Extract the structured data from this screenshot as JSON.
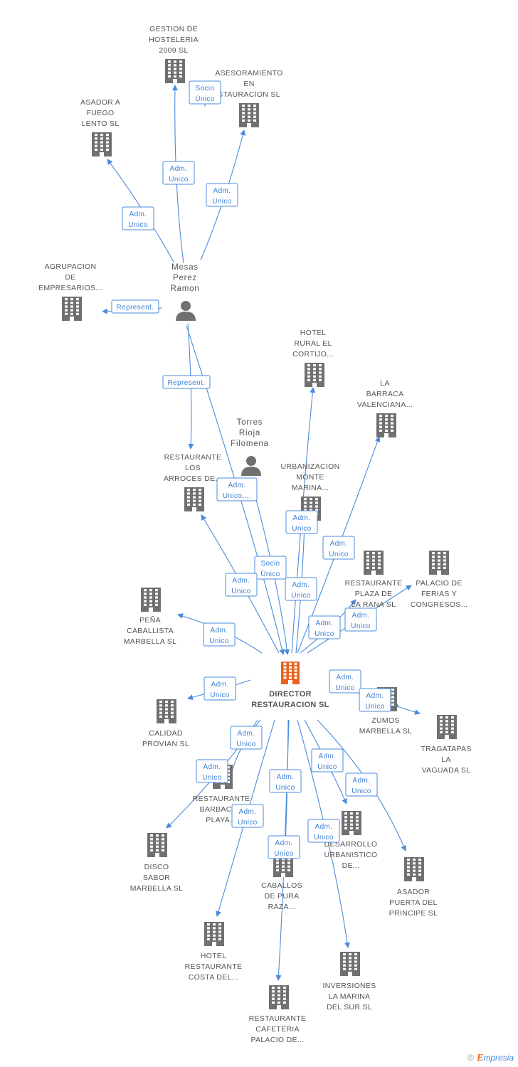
{
  "colors": {
    "edge": "#4a8bdc",
    "building": "#707070",
    "main_building": "#e8641e",
    "person": "#707070",
    "text": "#555555"
  },
  "nodes": [
    {
      "id": "main",
      "type": "company",
      "main": true,
      "lines": [
        "DIRECTOR",
        "RESTAURACION SL"
      ]
    },
    {
      "id": "gestion",
      "type": "company",
      "lines": [
        "GESTION DE",
        "HOSTELERIA",
        "2009 SL"
      ]
    },
    {
      "id": "asesoramiento",
      "type": "company",
      "lines": [
        "ASESORAMIENTO",
        "EN",
        "STAURACION SL"
      ]
    },
    {
      "id": "asador_fuego",
      "type": "company",
      "lines": [
        "ASADOR A",
        "FUEGO",
        "LENTO SL"
      ]
    },
    {
      "id": "agrupacion",
      "type": "company",
      "lines": [
        "AGRUPACION",
        "DE",
        "EMPRESARIOS..."
      ]
    },
    {
      "id": "mesas",
      "type": "person",
      "lines": [
        "Mesas",
        "Perez",
        "Ramon"
      ]
    },
    {
      "id": "torres",
      "type": "person",
      "lines": [
        "Torres",
        "Rioja",
        "Filomena"
      ]
    },
    {
      "id": "hotel_rural",
      "type": "company",
      "lines": [
        "HOTEL",
        "RURAL EL",
        "CORTIJO..."
      ]
    },
    {
      "id": "barraca",
      "type": "company",
      "lines": [
        "LA",
        "BARRACA",
        "VALENCIANA..."
      ]
    },
    {
      "id": "arroces",
      "type": "company",
      "lines": [
        "RESTAURANTE",
        "LOS",
        "ARROCES DE..."
      ]
    },
    {
      "id": "urbanizacion",
      "type": "company",
      "lines": [
        "URBANIZACION",
        "MONTE",
        "MARINA..."
      ]
    },
    {
      "id": "plaza_rana",
      "type": "company",
      "lines": [
        "RESTAURANTE",
        "PLAZA DE",
        "LA RANA SL"
      ]
    },
    {
      "id": "palacio_ferias",
      "type": "company",
      "lines": [
        "PALACIO DE",
        "FERIAS Y",
        "CONGRESOS..."
      ]
    },
    {
      "id": "pena",
      "type": "company",
      "lines": [
        "PEÑA",
        "CABALLISTA",
        "MARBELLA  SL"
      ]
    },
    {
      "id": "calidad",
      "type": "company",
      "lines": [
        "CALIDAD",
        "PROVIAN SL"
      ]
    },
    {
      "id": "zumos",
      "type": "company",
      "lines": [
        "ZUMOS",
        "MARBELLA SL"
      ]
    },
    {
      "id": "tragatapas",
      "type": "company",
      "lines": [
        "TRAGATAPAS",
        "LA",
        "VAGUADA  SL"
      ]
    },
    {
      "id": "barbacoa",
      "type": "company",
      "lines": [
        "RESTAURANTE",
        "BARBACOA",
        "PLAYA..."
      ]
    },
    {
      "id": "disco",
      "type": "company",
      "lines": [
        "DISCO",
        "SABOR",
        "MARBELLA SL"
      ]
    },
    {
      "id": "desarrollo",
      "type": "company",
      "lines": [
        "DESARROLLO",
        "URBANISTICO",
        "DE..."
      ]
    },
    {
      "id": "caballos",
      "type": "company",
      "lines": [
        "CABALLOS",
        "DE PURA",
        "RAZA..."
      ]
    },
    {
      "id": "asador_principe",
      "type": "company",
      "lines": [
        "ASADOR",
        "PUERTA DEL",
        "PRINCIPE SL"
      ]
    },
    {
      "id": "hotel_costa",
      "type": "company",
      "lines": [
        "HOTEL",
        "RESTAURANTE",
        "COSTA DEL..."
      ]
    },
    {
      "id": "inversiones",
      "type": "company",
      "lines": [
        "INVERSIONES",
        "LA MARINA",
        "DEL SUR SL"
      ]
    },
    {
      "id": "cafeteria",
      "type": "company",
      "lines": [
        "RESTAURANTE",
        "CAFETERIA",
        "PALACIO DE..."
      ]
    }
  ],
  "edges": [
    {
      "from": "mesas",
      "to": "gestion",
      "label": [
        "Adm.",
        "Unico"
      ]
    },
    {
      "from": "mesas",
      "to": "asesoramiento",
      "label": [
        "Adm.",
        "Unico"
      ]
    },
    {
      "from": "mesas",
      "to": "asador_fuego",
      "label": [
        "Adm.",
        "Unico"
      ]
    },
    {
      "from": "mesas",
      "to": "agrupacion",
      "label": [
        "Represent."
      ]
    },
    {
      "from": "mesas",
      "to": "arroces",
      "label": [
        "Represent."
      ]
    },
    {
      "from": "mesas",
      "to": "main",
      "label": [
        "Adm.",
        "Unico,..."
      ]
    },
    {
      "from": "gestion",
      "to": "asesoramiento",
      "label": [
        "Socio",
        "Único"
      ]
    },
    {
      "from": "torres",
      "to": "main",
      "label": [
        "Socio",
        "Único"
      ]
    },
    {
      "from": "main",
      "to": "arroces",
      "label": [
        "Adm.",
        "Unico"
      ]
    },
    {
      "from": "main",
      "to": "hotel_rural",
      "label": [
        "Adm.",
        "Unico"
      ]
    },
    {
      "from": "main",
      "to": "urbanizacion",
      "label": [
        "Adm.",
        "Unico"
      ]
    },
    {
      "from": "main",
      "to": "barraca",
      "label": [
        "Adm.",
        "Unico"
      ]
    },
    {
      "from": "main",
      "to": "plaza_rana",
      "label": [
        "Adm.",
        "Unico"
      ]
    },
    {
      "from": "main",
      "to": "palacio_ferias",
      "label": [
        "Adm.",
        "Unico"
      ]
    },
    {
      "from": "main",
      "to": "pena",
      "label": [
        "Adm.",
        "Unico"
      ]
    },
    {
      "from": "main",
      "to": "calidad",
      "label": [
        "Adm.",
        "Unico"
      ]
    },
    {
      "from": "main",
      "to": "zumos",
      "label": [
        "Adm.",
        "Unico"
      ]
    },
    {
      "from": "main",
      "to": "tragatapas",
      "label": [
        "Adm.",
        "Unico"
      ]
    },
    {
      "from": "main",
      "to": "barbacoa",
      "label": [
        "Adm.",
        "Unico"
      ]
    },
    {
      "from": "main",
      "to": "disco",
      "label": [
        "Adm.",
        "Unico"
      ]
    },
    {
      "from": "main",
      "to": "desarrollo",
      "label": [
        "Adm.",
        "Unico"
      ]
    },
    {
      "from": "main",
      "to": "asador_principe",
      "label": [
        "Adm.",
        "Unico"
      ]
    },
    {
      "from": "main",
      "to": "caballos",
      "label": [
        "Adm.",
        "Unico"
      ]
    },
    {
      "from": "main",
      "to": "hotel_costa",
      "label": [
        "Adm.",
        "Unico"
      ]
    },
    {
      "from": "main",
      "to": "inversiones",
      "label": [
        "Adm.",
        "Unico"
      ]
    },
    {
      "from": "main",
      "to": "cafeteria",
      "label": [
        "Adm.",
        "Unico"
      ]
    }
  ],
  "footer": {
    "copyright": "©",
    "brand_initial": "E",
    "brand_rest": "mpresia"
  }
}
